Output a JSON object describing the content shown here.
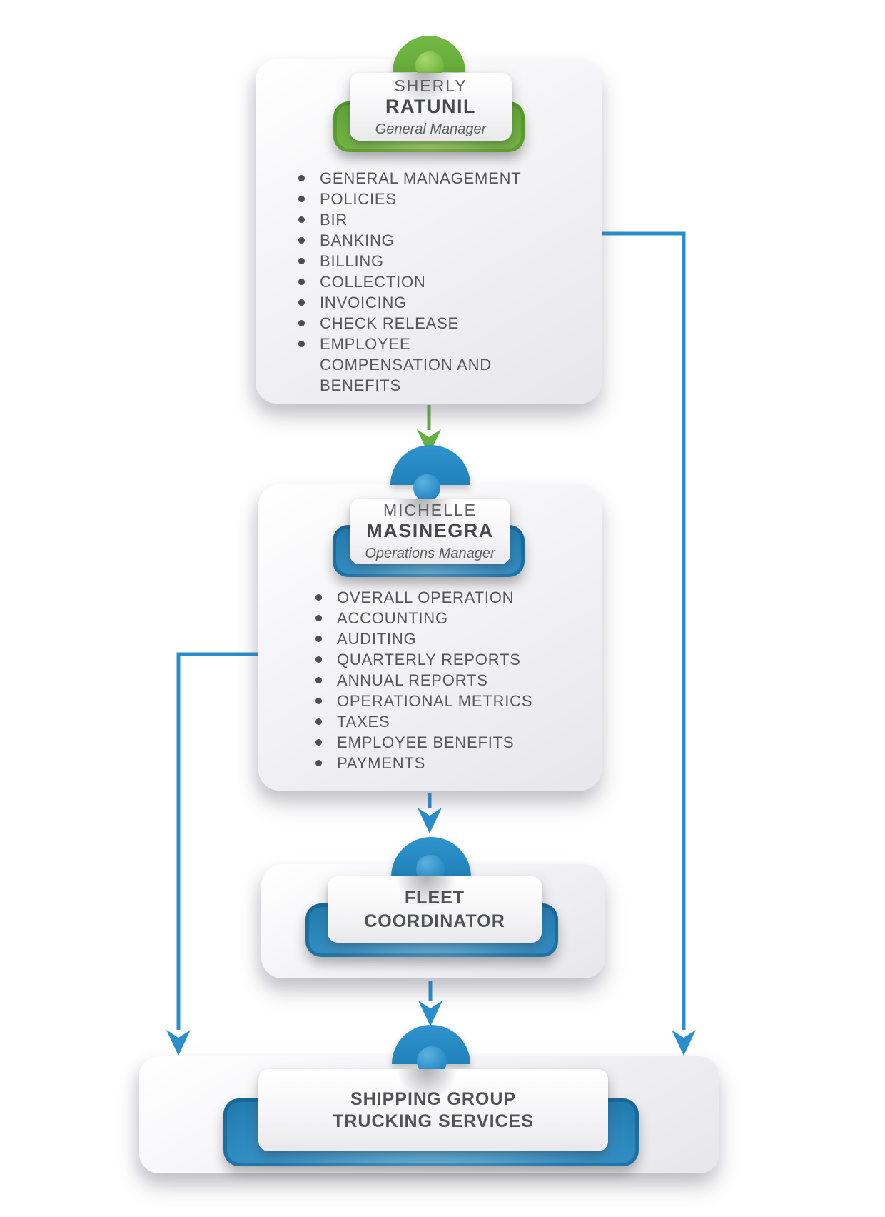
{
  "colors": {
    "green_accent": "#6cb43e",
    "blue_accent": "#2b8fca",
    "connector_green": "#64b244",
    "connector_blue": "#2a8ecd",
    "text_gray": "#56575a",
    "background": "#ffffff"
  },
  "diagram": {
    "nodes": [
      {
        "id": "general-manager",
        "name_line1": "SHERLY",
        "name_line2": "RATUNIL",
        "role": "General Manager",
        "accent": "green",
        "duties": [
          "GENERAL MANAGEMENT",
          "POLICIES",
          "BIR",
          "BANKING",
          "BILLING",
          "COLLECTION",
          "INVOICING",
          "CHECK RELEASE",
          "EMPLOYEE COMPENSATION AND BENEFITS"
        ]
      },
      {
        "id": "operations-manager",
        "name_line1": "MICHELLE",
        "name_line2": "MASINEGRA",
        "role": "Operations Manager",
        "accent": "blue",
        "duties": [
          "OVERALL OPERATION",
          "ACCOUNTING",
          "AUDITING",
          "QUARTERLY REPORTS",
          "ANNUAL REPORTS",
          "OPERATIONAL METRICS",
          "TAXES",
          "EMPLOYEE BENEFITS",
          "PAYMENTS"
        ]
      },
      {
        "id": "fleet-coordinator",
        "title_line1": "FLEET",
        "title_line2": "COORDINATOR",
        "accent": "blue"
      },
      {
        "id": "shipping-group",
        "title_line1": "SHIPPING GROUP",
        "title_line2": "TRUCKING SERVICES",
        "accent": "blue"
      }
    ],
    "edges": [
      {
        "from": "general-manager",
        "to": "operations-manager",
        "color": "green",
        "route": "center"
      },
      {
        "from": "operations-manager",
        "to": "fleet-coordinator",
        "color": "blue",
        "route": "center"
      },
      {
        "from": "fleet-coordinator",
        "to": "shipping-group",
        "color": "blue",
        "route": "center"
      },
      {
        "from": "general-manager",
        "to": "shipping-group",
        "color": "blue",
        "route": "right"
      },
      {
        "from": "operations-manager",
        "to": "shipping-group",
        "color": "blue",
        "route": "left"
      }
    ]
  }
}
